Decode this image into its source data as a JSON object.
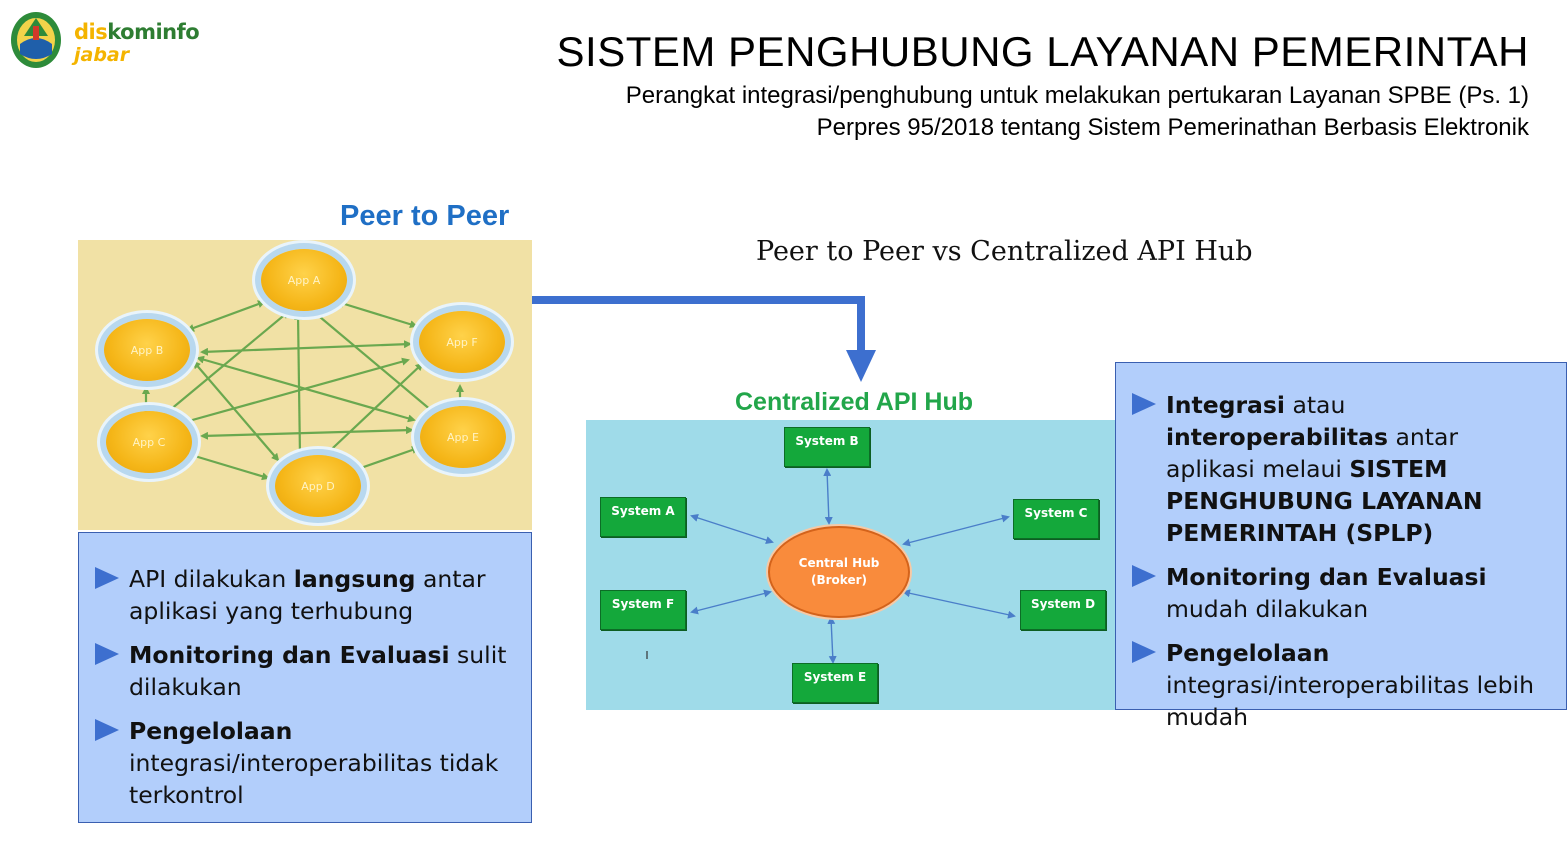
{
  "logo": {
    "brand_part1": "dis",
    "brand_part2": "kominfo",
    "region": "jabar"
  },
  "header": {
    "title": "SISTEM PENGHUBUNG LAYANAN PEMERINTAH",
    "subtitle_line1": "Perangkat integrasi/penghubung untuk melakukan pertukaran Layanan SPBE (Ps. 1)",
    "subtitle_line2": "Perpres 95/2018 tentang Sistem Pemerinathan Berbasis Elektronik"
  },
  "comparison_caption": "Peer to Peer vs Centralized API Hub",
  "peer_to_peer": {
    "heading": "Peer to Peer",
    "apps": [
      {
        "id": "a",
        "label": "App A"
      },
      {
        "id": "b",
        "label": "App B"
      },
      {
        "id": "c",
        "label": "App C"
      },
      {
        "id": "d",
        "label": "App D"
      },
      {
        "id": "e",
        "label": "App E"
      },
      {
        "id": "f",
        "label": "App F"
      }
    ],
    "bullets": [
      {
        "pre": "API dilakukan ",
        "bold": "langsung",
        "post": " antar aplikasi yang terhubung"
      },
      {
        "pre": "",
        "bold": "Monitoring dan Evaluasi",
        "post": " sulit dilakukan"
      },
      {
        "pre": "",
        "bold": "Pengelolaan",
        "post": " integrasi/interoperabilitas tidak terkontrol"
      }
    ]
  },
  "api_hub": {
    "heading": "Centralized API Hub",
    "center_line1": "Central Hub",
    "center_line2": "(Broker)",
    "systems": [
      {
        "id": "a",
        "label": "System A"
      },
      {
        "id": "b",
        "label": "System B"
      },
      {
        "id": "c",
        "label": "System C"
      },
      {
        "id": "d",
        "label": "System D"
      },
      {
        "id": "e",
        "label": "System E"
      },
      {
        "id": "f",
        "label": "System F"
      }
    ],
    "bullets": [
      {
        "b1": "Integrasi",
        "t1": " atau ",
        "b2": "interoperabilitas",
        "t2": " antar aplikasi melaui ",
        "b3": "SISTEM PENGHUBUNG LAYANAN PEMERINTAH (SPLP)"
      },
      {
        "b1": "Monitoring dan Evaluasi",
        "t1": " mudah dilakukan"
      },
      {
        "b1": "Pengelolaan",
        "t1": " integrasi/interoperabilitas lebih mudah"
      }
    ]
  },
  "colors": {
    "accent_blue": "#1f6fc5",
    "accent_green": "#22a64a",
    "bullet_box": "#b2cefb",
    "arrow": "#3d6fcf"
  }
}
